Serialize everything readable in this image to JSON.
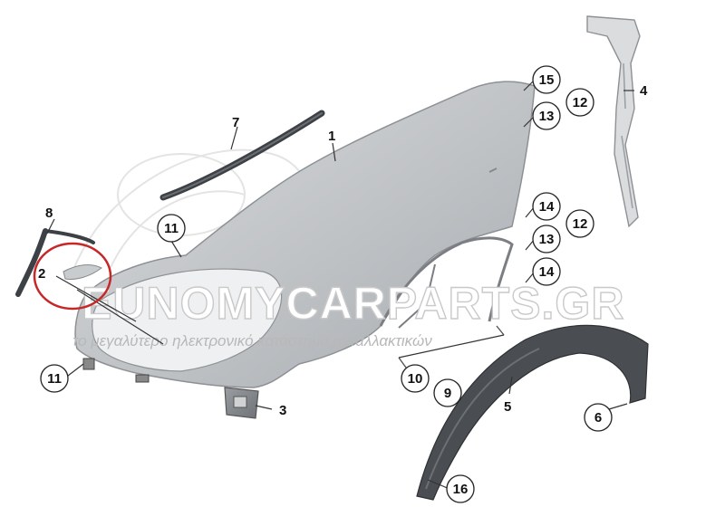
{
  "watermark": {
    "brand": "EUNOMYCARPARTS.GR",
    "tagline": "το μεγαλύτερο ηλεκτρονικό κατάστημα ανταλλακτικών"
  },
  "callouts": [
    {
      "id": "c1",
      "label": "1",
      "circled": false
    },
    {
      "id": "c2",
      "label": "2",
      "circled": false
    },
    {
      "id": "c3",
      "label": "3",
      "circled": false
    },
    {
      "id": "c4",
      "label": "4",
      "circled": false
    },
    {
      "id": "c5",
      "label": "5",
      "circled": false
    },
    {
      "id": "c6",
      "label": "6",
      "circled": true
    },
    {
      "id": "c7",
      "label": "7",
      "circled": false
    },
    {
      "id": "c8",
      "label": "8",
      "circled": false
    },
    {
      "id": "c9",
      "label": "9",
      "circled": true
    },
    {
      "id": "c10",
      "label": "10",
      "circled": true
    },
    {
      "id": "c11a",
      "label": "11",
      "circled": true
    },
    {
      "id": "c11b",
      "label": "11",
      "circled": true
    },
    {
      "id": "c12a",
      "label": "12",
      "circled": true
    },
    {
      "id": "c12b",
      "label": "12",
      "circled": true
    },
    {
      "id": "c13a",
      "label": "13",
      "circled": true
    },
    {
      "id": "c13b",
      "label": "13",
      "circled": true
    },
    {
      "id": "c14a",
      "label": "14",
      "circled": true
    },
    {
      "id": "c14b",
      "label": "14",
      "circled": true
    },
    {
      "id": "c15",
      "label": "15",
      "circled": true
    },
    {
      "id": "c16",
      "label": "16",
      "circled": true
    }
  ],
  "colors": {
    "part_fill": "#c4c7ca",
    "part_dark": "#8e9296",
    "highlight_ring": "#c62828"
  }
}
